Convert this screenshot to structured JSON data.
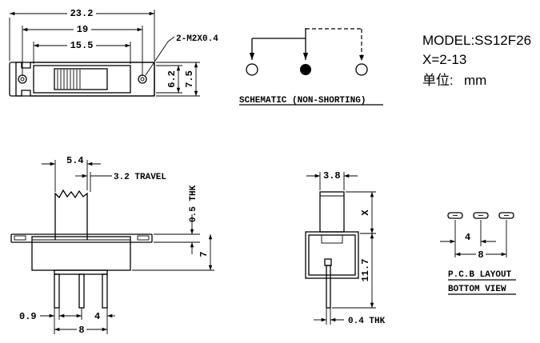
{
  "model": {
    "name_line": "MODEL:SS12F26",
    "x_line": "X=2-13",
    "unit_label": "单位:",
    "unit_value": "mm"
  },
  "top_view": {
    "dim_overall": "23.2",
    "dim_holes": "19",
    "dim_body": "15.5",
    "hole_note": "2-M2X0.4",
    "dim_height_inner": "6.2",
    "dim_height_outer": "7.5"
  },
  "schematic": {
    "caption": "SCHEMATIC (NON-SHORTING)"
  },
  "side_view": {
    "dim_actuator": "5.4",
    "travel_note": "3.2 TRAVEL",
    "thk_note": "0.5 THK",
    "dim_height": "7",
    "dim_pin_width": "0.9",
    "dim_pitch": "4",
    "dim_span": "8"
  },
  "end_view": {
    "dim_width": "3.8",
    "dim_x": "X",
    "dim_height": "11.7",
    "thk_note": "0.4 THK"
  },
  "pcb": {
    "dim_pitch": "4",
    "dim_span": "8",
    "caption_line1": "P.C.B LAYOUT",
    "caption_line2": "BOTTOM VIEW"
  }
}
